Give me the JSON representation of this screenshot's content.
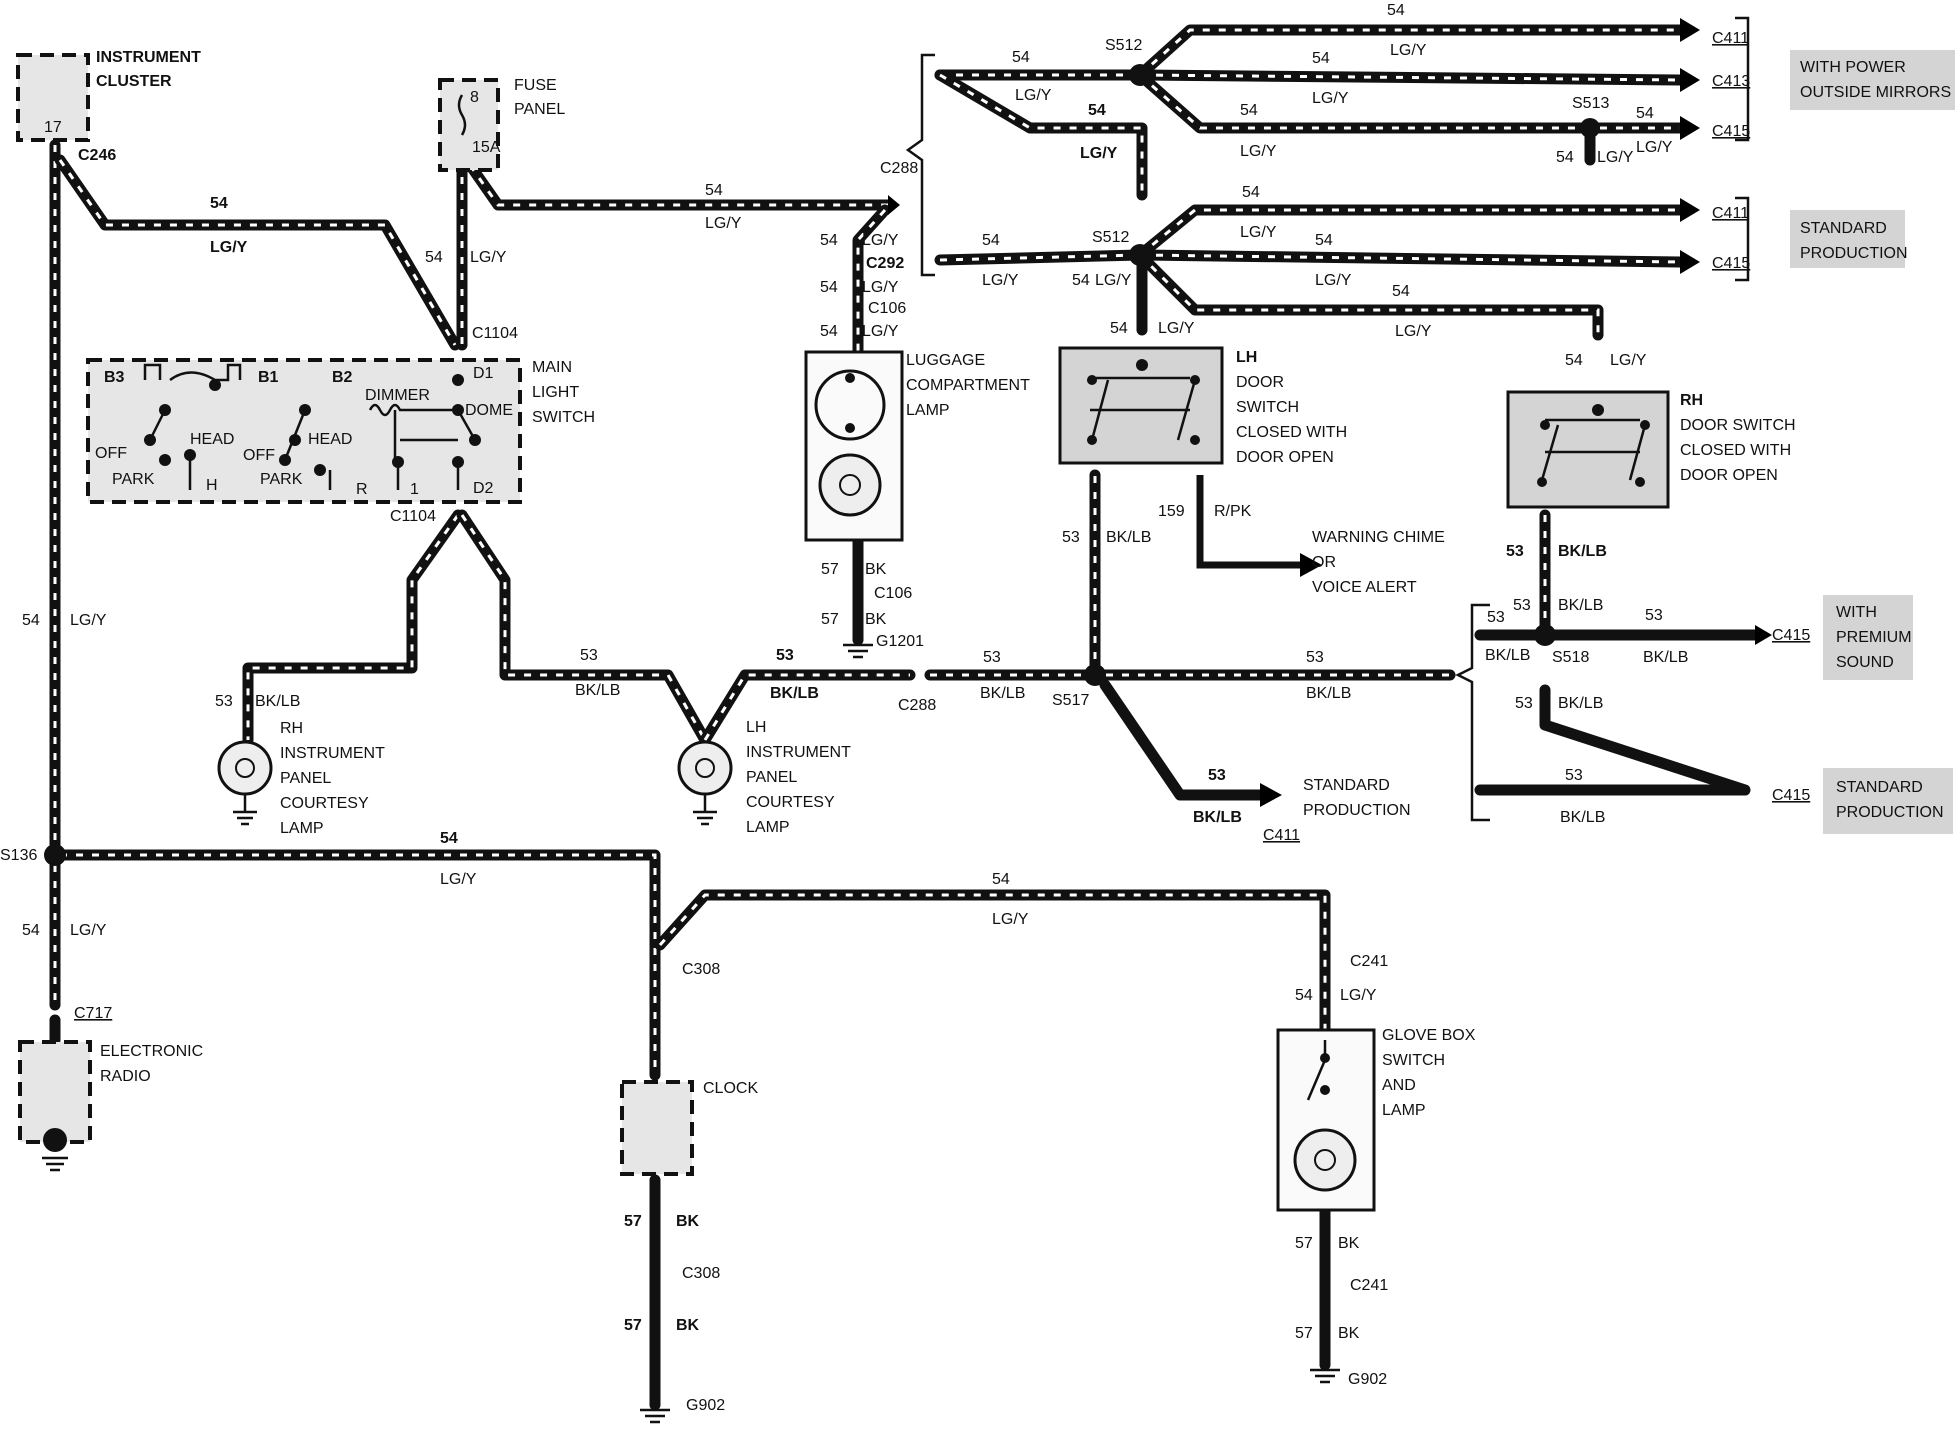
{
  "components": {
    "instrument_cluster": {
      "name_line1": "INSTRUMENT",
      "name_line2": "CLUSTER",
      "pin": "17",
      "connector": "C246"
    },
    "fuse_panel": {
      "name_line1": "FUSE",
      "name_line2": "PANEL",
      "fuse_number": "8",
      "rating": "15A"
    },
    "main_light_switch": {
      "name_line1": "MAIN",
      "name_line2": "LIGHT",
      "name_line3": "SWITCH",
      "connector_top": "C1104",
      "connector_bottom": "C1104",
      "b3": "B3",
      "b1": "B1",
      "b2": "B2",
      "d1": "D1",
      "d2": "D2",
      "dimmer": "DIMMER",
      "dome": "DOME",
      "head_1": "HEAD",
      "head_2": "HEAD",
      "off_1": "OFF",
      "off_2": "OFF",
      "park_1": "PARK",
      "park_2": "PARK",
      "h": "H",
      "r": "R",
      "one": "1"
    },
    "luggage_lamp": {
      "name_line1": "LUGGAGE",
      "name_line2": "COMPARTMENT",
      "name_line3": "LAMP"
    },
    "lh_door_switch": {
      "line1": "LH",
      "line2": "DOOR",
      "line3": "SWITCH",
      "line4": "CLOSED WITH",
      "line5": "DOOR OPEN"
    },
    "rh_door_switch": {
      "line1": "RH",
      "line2": "DOOR SWITCH",
      "line3": "CLOSED WITH",
      "line4": "DOOR OPEN"
    },
    "rh_courtesy_lamp": {
      "line1": "RH",
      "line2": "INSTRUMENT",
      "line3": "PANEL",
      "line4": "COURTESY",
      "line5": "LAMP"
    },
    "lh_courtesy_lamp": {
      "line1": "LH",
      "line2": "INSTRUMENT",
      "line3": "PANEL",
      "line4": "COURTESY",
      "line5": "LAMP"
    },
    "electronic_radio": {
      "line1": "ELECTRONIC",
      "line2": "RADIO",
      "connector": "C717"
    },
    "clock": {
      "name": "CLOCK"
    },
    "glove_box": {
      "line1": "GLOVE BOX",
      "line2": "SWITCH",
      "line3": "AND",
      "line4": "LAMP"
    }
  },
  "connectors": {
    "c288_top": "C288",
    "c292": "C292",
    "c106_a": "C106",
    "c106_b": "C106",
    "g1201": "G1201",
    "c288_bottom": "C288",
    "s517": "S517",
    "s512_top": "S512",
    "s512_mid": "S512",
    "s513": "S513",
    "s518": "S518",
    "s136": "S136",
    "c308_top": "C308",
    "c308_bottom": "C308",
    "g902_left": "G902",
    "c241_top": "C241",
    "c241_bottom": "C241",
    "g902_right": "G902",
    "c411_a": "C411",
    "c413": "C413",
    "c415_a": "C415",
    "c411_b": "C411",
    "c415_b": "C415",
    "c415_c": "C415",
    "c415_d": "C415",
    "c411_c": "C411"
  },
  "wires": {
    "circuit_54": "54",
    "circuit_53": "53",
    "circuit_57": "57",
    "circuit_159": "159",
    "color_lgy": "LG/Y",
    "color_bklb": "BK/LB",
    "color_bk": "BK",
    "color_rpk": "R/PK"
  },
  "notes": {
    "power_mirrors_1": "WITH POWER",
    "power_mirrors_2": "OUTSIDE MIRRORS",
    "standard_1": "STANDARD",
    "standard_2": "PRODUCTION",
    "premium_1": "WITH",
    "premium_2": "PREMIUM",
    "premium_3": "SOUND",
    "chime_1": "WARNING CHIME",
    "chime_2": "OR",
    "chime_3": "VOICE ALERT",
    "std_prod_1": "STANDARD",
    "std_prod_2": "PRODUCTION"
  }
}
